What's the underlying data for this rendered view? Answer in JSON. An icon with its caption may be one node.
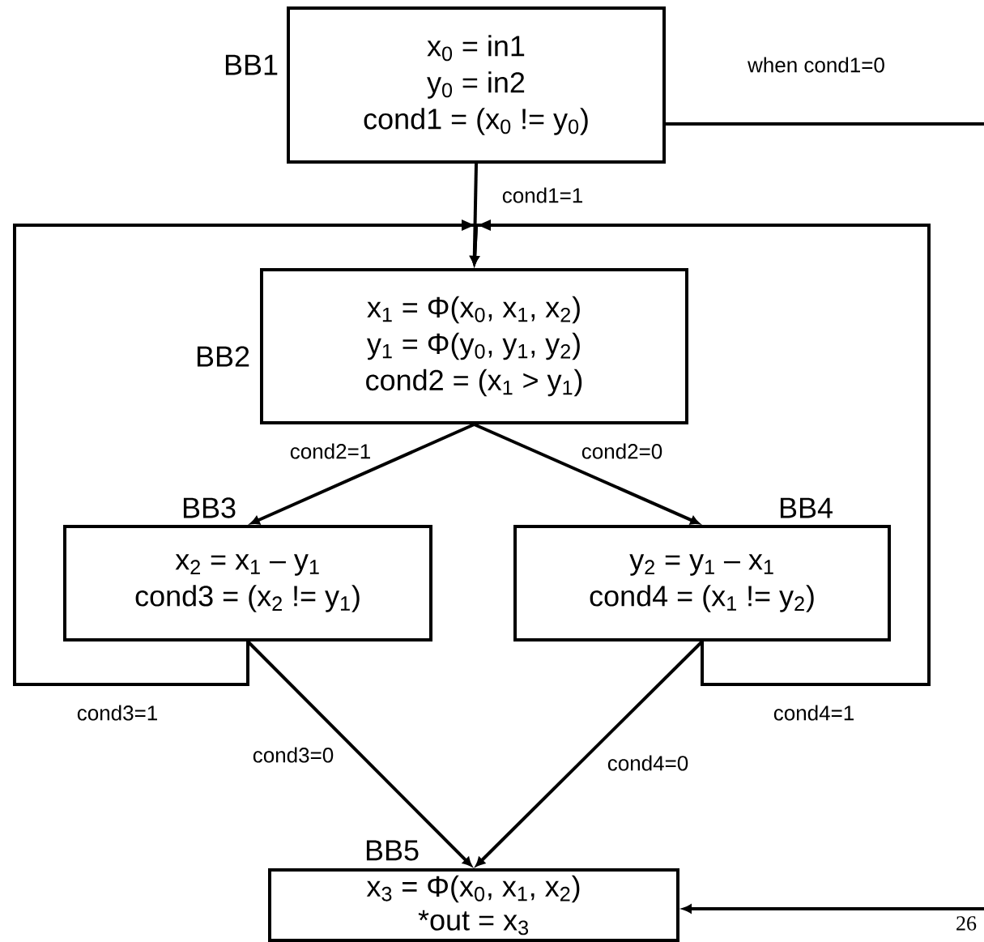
{
  "diagram": {
    "nodes": [
      {
        "text": [
          "x$_{0}$ = in1",
          "y$_{0}$ = in2",
          "cond1 = (x$_{0}$ != y$_{0}$)"
        ],
        "beside": [
          "BB1"
        ]
      },
      {
        "text": [
          "x$_{1}$ = Φ(x$_{0}$, x$_{1}$, x$_{2}$)",
          "y$_{1}$ = Φ(y$_{0}$, y$_{1}$, y$_{2}$)",
          "cond2 = (x$_{1}$ > y$_{1}$)"
        ],
        "beside": [
          "BB2"
        ]
      },
      {
        "text": [
          "x$_{2}$ = x$_{1}$ – y$_{1}$",
          "cond3 = (x$_{2}$ != y$_{1}$)"
        ],
        "beside": [
          "BB3"
        ]
      },
      {
        "text": [
          "y$_{2}$ = y$_{1}$ – x$_{1}$",
          "cond4 = (x$_{1}$ != y$_{2}$)"
        ],
        "beside": [
          "BB4"
        ]
      },
      {
        "text": [
          "x$_{3}$ = Φ(x$_{0}$, x$_{1}$, x$_{2}$)",
          "*out = x$_{3}$"
        ],
        "beside": [
          "BB5"
        ]
      }
    ],
    "edges": [
      {
        "from": 0,
        "to": 1,
        "arrow": "to",
        "label": "cond1=1"
      },
      {
        "from": 1,
        "to": 2,
        "arrow": "to",
        "label": "cond2=1"
      },
      {
        "from": 1,
        "to": 3,
        "arrow": "to",
        "label": "cond2=0"
      },
      {
        "from": 2,
        "to": 1,
        "arrow": "to",
        "label": "cond3=1"
      },
      {
        "from": 3,
        "to": 1,
        "arrow": "to",
        "label": "cond4=1"
      },
      {
        "from": 2,
        "to": 4,
        "arrow": "to",
        "label": "cond3=0"
      },
      {
        "from": 3,
        "to": 4,
        "arrow": "to",
        "label": "cond4=0"
      },
      {
        "from": 0,
        "to": null,
        "arrow": "none",
        "label": "when cond1=0"
      },
      {
        "from": null,
        "to": 4,
        "arrow": "to"
      }
    ],
    "labels": [
      "26"
    ]
  }
}
